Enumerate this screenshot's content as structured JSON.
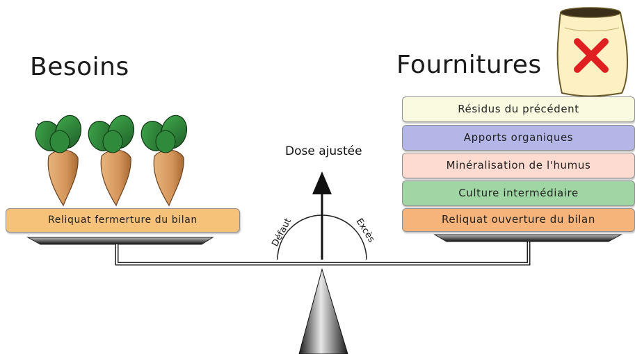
{
  "diagram": {
    "left_heading": "Besoins",
    "right_heading": "Fournitures",
    "center_label": "Dose ajustée",
    "gauge_left_label": "Défaut",
    "gauge_right_label": "Excès",
    "left_box": {
      "label": "Reliquat fermerture du bilan",
      "color": "#f6c27a"
    },
    "right_boxes": [
      {
        "label": "Résidus du précédent",
        "color": "#fafae0"
      },
      {
        "label": "Apports organiques",
        "color": "#b3b6e6"
      },
      {
        "label": "Minéralisation de l'humus",
        "color": "#fddbd0"
      },
      {
        "label": "Culture intermédiaire",
        "color": "#9fd6a3"
      },
      {
        "label": "Reliquat ouverture du bilan",
        "color": "#f6b37a"
      }
    ],
    "icons": {
      "plants": "sugar-beet-icon",
      "bag": "fertilizer-bag-crossed-icon"
    },
    "colors": {
      "cross": "#e02020",
      "bag": "#fdf0c2",
      "beet_root": "#d9a066",
      "beet_leaf": "#2e8b3a"
    }
  }
}
